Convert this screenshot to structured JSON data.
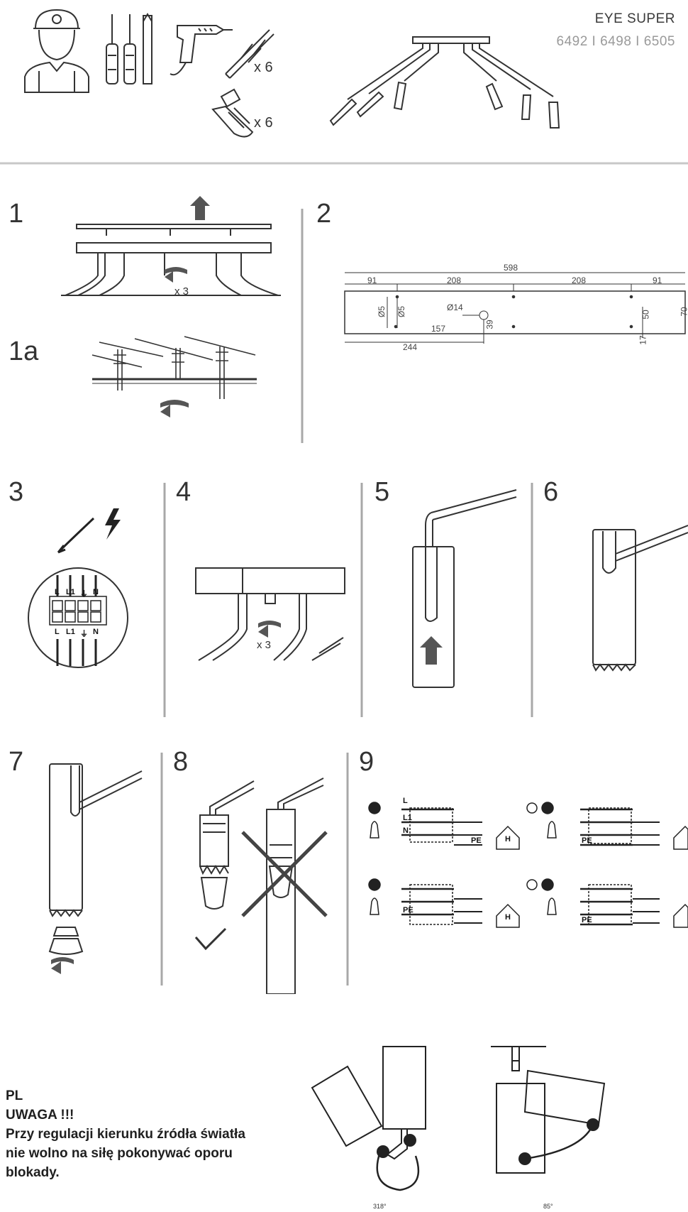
{
  "header": {
    "product_name": "EYE SUPER",
    "product_codes": "6492 I 6498 I 6505",
    "accessory_count_plugs": "x 6",
    "accessory_count_bulbs": "x 6"
  },
  "steps": {
    "s1": {
      "number": "1",
      "count": "x 3"
    },
    "s1a": {
      "number": "1a"
    },
    "s2": {
      "number": "2",
      "dims": {
        "total": "598",
        "left_edge": "91",
        "seg1": "208",
        "seg2": "208",
        "right_edge": "91",
        "hole_large": "Ø14",
        "hole_small_1": "Ø5",
        "hole_small_2": "Ø5",
        "offset_157": "157",
        "offset_244": "244",
        "height_39": "39",
        "height_50": "50",
        "height_17": "17",
        "height_right": "70"
      }
    },
    "s3": {
      "number": "3",
      "terminal_top": [
        "L",
        "L1",
        "⏚",
        "N"
      ],
      "terminal_bottom": [
        "L",
        "L1",
        "⏚",
        "N"
      ]
    },
    "s4": {
      "number": "4",
      "count": "x 3"
    },
    "s5": {
      "number": "5"
    },
    "s6": {
      "number": "6"
    },
    "s7": {
      "number": "7"
    },
    "s8": {
      "number": "8"
    },
    "s9": {
      "number": "9",
      "variants": [
        "1",
        "2",
        "1",
        "2"
      ],
      "labels": {
        "L": "L",
        "L1": "L1",
        "N": "N",
        "PE": "PE",
        "H": "H"
      }
    }
  },
  "notice": {
    "lang": "PL",
    "heading": "UWAGA !!!",
    "lines": [
      "Przy regulacji kierunku źródła światła",
      "nie wolno na siłę pokonywać oporu",
      "blokady."
    ]
  },
  "angles": {
    "left": "318°",
    "right": "85°"
  }
}
